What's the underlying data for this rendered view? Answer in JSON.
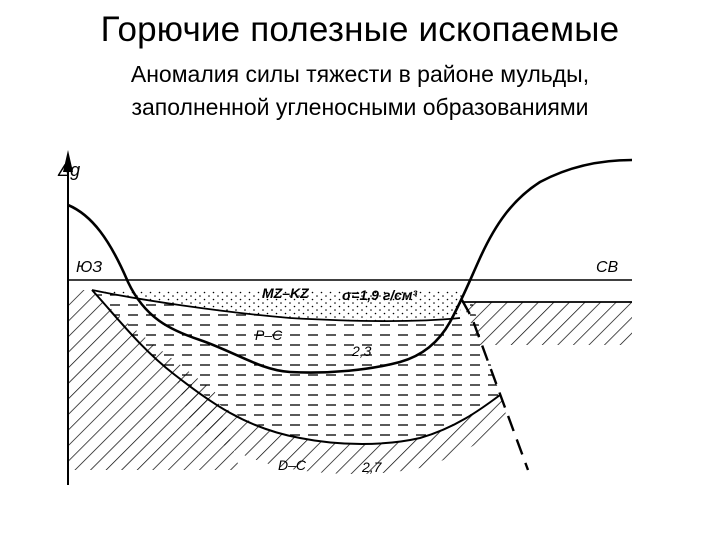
{
  "header": {
    "title": "Горючие полезные ископаемые",
    "subtitle_line1": "Аномалия силы тяжести в районе мульды,",
    "subtitle_line2": "заполненной угленосными образованиями"
  },
  "diagram": {
    "axis_label": "Δg",
    "left_label": "ЮЗ",
    "right_label": "СВ",
    "layer_top": "MZ–KZ",
    "density_top": "σ=1,9 г/см³",
    "layer_middle": "P–C",
    "density_middle": "2,3",
    "layer_bottom": "D–C",
    "density_bottom": "2,7"
  }
}
